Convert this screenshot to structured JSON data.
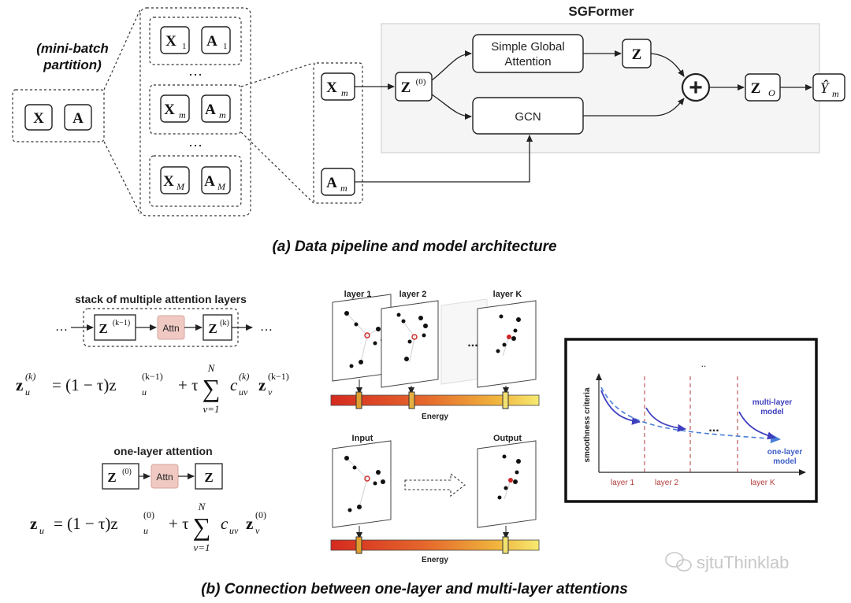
{
  "panel_a": {
    "title": "SGFormer",
    "partition_label_line1": "(mini-batch",
    "partition_label_line2": "partition)",
    "input_x": "X",
    "input_a": "A",
    "batch_x1": "X",
    "batch_x1_sub": "1",
    "batch_a1": "A",
    "batch_a1_sub": "1",
    "batch_xm": "X",
    "batch_xm_sub": "m",
    "batch_am": "A",
    "batch_am_sub": "m",
    "batch_xM": "X",
    "batch_xM_sub": "M",
    "batch_aM": "A",
    "batch_aM_sub": "M",
    "ellipsis": "…",
    "xm": "X",
    "xm_sub": "m",
    "am": "A",
    "am_sub": "m",
    "z0": "Z",
    "z0_sup": "(0)",
    "attention_line1": "Simple Global",
    "attention_line2": "Attention",
    "z": "Z",
    "gcn": "GCN",
    "plus": "+",
    "zo": "Z",
    "zo_sub": "O",
    "ym": "Ŷ",
    "ym_sub": "m",
    "caption": "(a) Data pipeline and model architecture"
  },
  "panel_b": {
    "stack_title": "stack of multiple attention layers",
    "ellipsis": "…",
    "zk1": "Z",
    "zk1_sup": "(k−1)",
    "attn": "Attn",
    "zk": "Z",
    "zk_sup": "(k)",
    "multi_eq_lhs": "z",
    "multi_eq_lhs_sup": "(k)",
    "multi_eq_lhs_sub": "u",
    "multi_eq_mid": "= (1 − τ)z",
    "multi_eq_mid_sup": "(k−1)",
    "multi_eq_mid_sub": "u",
    "multi_eq_plus": "+ τ",
    "sum_sym": "∑",
    "sum_top": "N",
    "sum_bottom": "v=1",
    "multi_eq_c": "c",
    "multi_eq_c_sup": "(k)",
    "multi_eq_c_sub": "uv",
    "multi_eq_z": "z",
    "multi_eq_z_sup": "(k−1)",
    "multi_eq_z_sub": "v",
    "one_title": "one-layer attention",
    "z0": "Z",
    "z0_sup": "(0)",
    "z": "Z",
    "one_eq_lhs": "z",
    "one_eq_lhs_sub": "u",
    "one_eq_mid": "= (1 − τ)z",
    "one_eq_mid_sup": "(0)",
    "one_eq_mid_sub": "u",
    "one_eq_plus": "+ τ",
    "one_eq_c": "c",
    "one_eq_c_sub": "uv",
    "one_eq_z": "z",
    "one_eq_z_sup": "(0)",
    "one_eq_z_sub": "v",
    "layer1": "layer 1",
    "layer2": "layer 2",
    "layerK": "layer K",
    "energy": "Energy",
    "input": "Input",
    "output": "Output",
    "dots": "...",
    "plot_ylabel": "smoothness criteria",
    "plot_dots": "...",
    "plot_ellipsis": "..",
    "multi_label_line1": "multi-layer",
    "multi_label_line2": "model",
    "one_label_line1": "one-layer",
    "one_label_line2": "model",
    "plot_layer1": "layer 1",
    "plot_layer2": "layer 2",
    "plot_layerK": "layer K",
    "watermark": "sjtuThinklab",
    "caption": "(b) Connection between one-layer and multi-layer attentions"
  },
  "colors": {
    "sgformer_panel": "#f5f5f5",
    "node_box": "#f4f4f4",
    "attn_box": "#f0c9c3",
    "energy_red": "#d93025",
    "energy_yellow": "#f5e663",
    "multi_curve": "#3f3fbf",
    "one_curve": "#5a8fd8",
    "layer_label": "#b23a3a"
  },
  "chart_data": {
    "type": "line",
    "title": "",
    "xlabel": "",
    "ylabel": "smoothness criteria",
    "series": [
      {
        "name": "multi-layer model",
        "values": []
      },
      {
        "name": "one-layer model",
        "values": []
      }
    ],
    "categories": [
      "layer 1",
      "layer 2",
      "layer K"
    ]
  }
}
